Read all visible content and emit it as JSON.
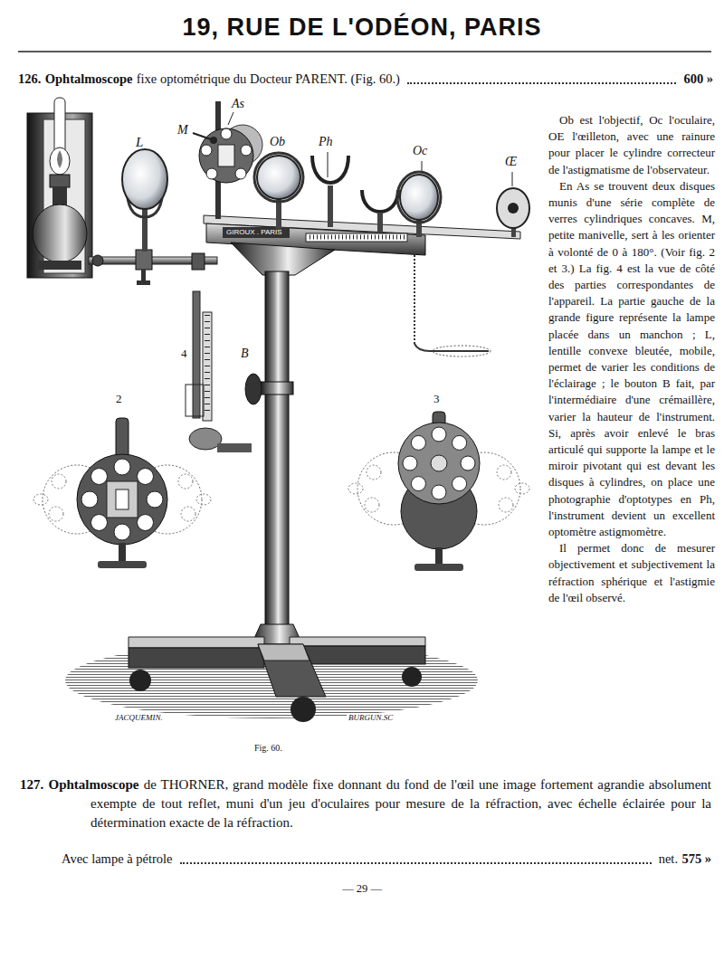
{
  "diagram": {
    "title": "19, RUE DE L'ODÉON, PARIS",
    "caption": "Fig. 60.",
    "labels": [
      "126.",
      "Ophtalmoscope",
      "fixe optométrique du Docteur PARENT. (Fig. 60.)",
      "600 »",
      "Ob est l'objectif, Oc l'oculaire, OE l'œilleton, avec une rainure pour placer le cylindre correcteur de l'astigmatisme de l'observateur.",
      "En As se trouvent deux disques munis d'une série complète de verres cylindriques concaves. M, petite manivelle, sert à les orienter à volonté de 0 à 180°. (Voir fig. 2 et 3.) La fig. 4 est la vue de côté des parties correspondantes de l'appareil. La partie gauche de la grande figure représente la lampe placée dans un manchon ; L, lentille convexe bleutée, mobile, permet de varier les conditions de l'éclairage ; le bouton B fait, par l'intermédiaire d'une crémaillère, varier la hauteur de l'instrument. Si, après avoir enlevé le bras articulé qui supporte la lampe et le miroir pivotant qui est devant les disques à cylindres, on place une photographie d'optotypes en Ph, l'instrument devient un excellent optomètre astigmomètre.",
      "Il permet donc de mesurer objectivement et subjectivement la réfraction sphérique et l'astigmie de l'œil observé.",
      "L",
      "M",
      "As",
      "Ob",
      "Ph",
      "Oc",
      "Œ",
      "4",
      "B",
      "2",
      "3",
      "GIROUX . PARIS",
      "JACQUEMIN.",
      "BURGUN.SC",
      "127.",
      "Ophtalmoscope",
      "de THORNER, grand modèle fixe donnant du fond de l'œil une image fortement agrandie absolument exempte de tout reflet, muni d'un jeu d'oculaires pour mesure de la réfraction, avec échelle éclairée pour la détermination exacte de la réfraction.",
      "Avec lampe à pétrole",
      "net.",
      "575 »",
      "— 29 —"
    ]
  }
}
